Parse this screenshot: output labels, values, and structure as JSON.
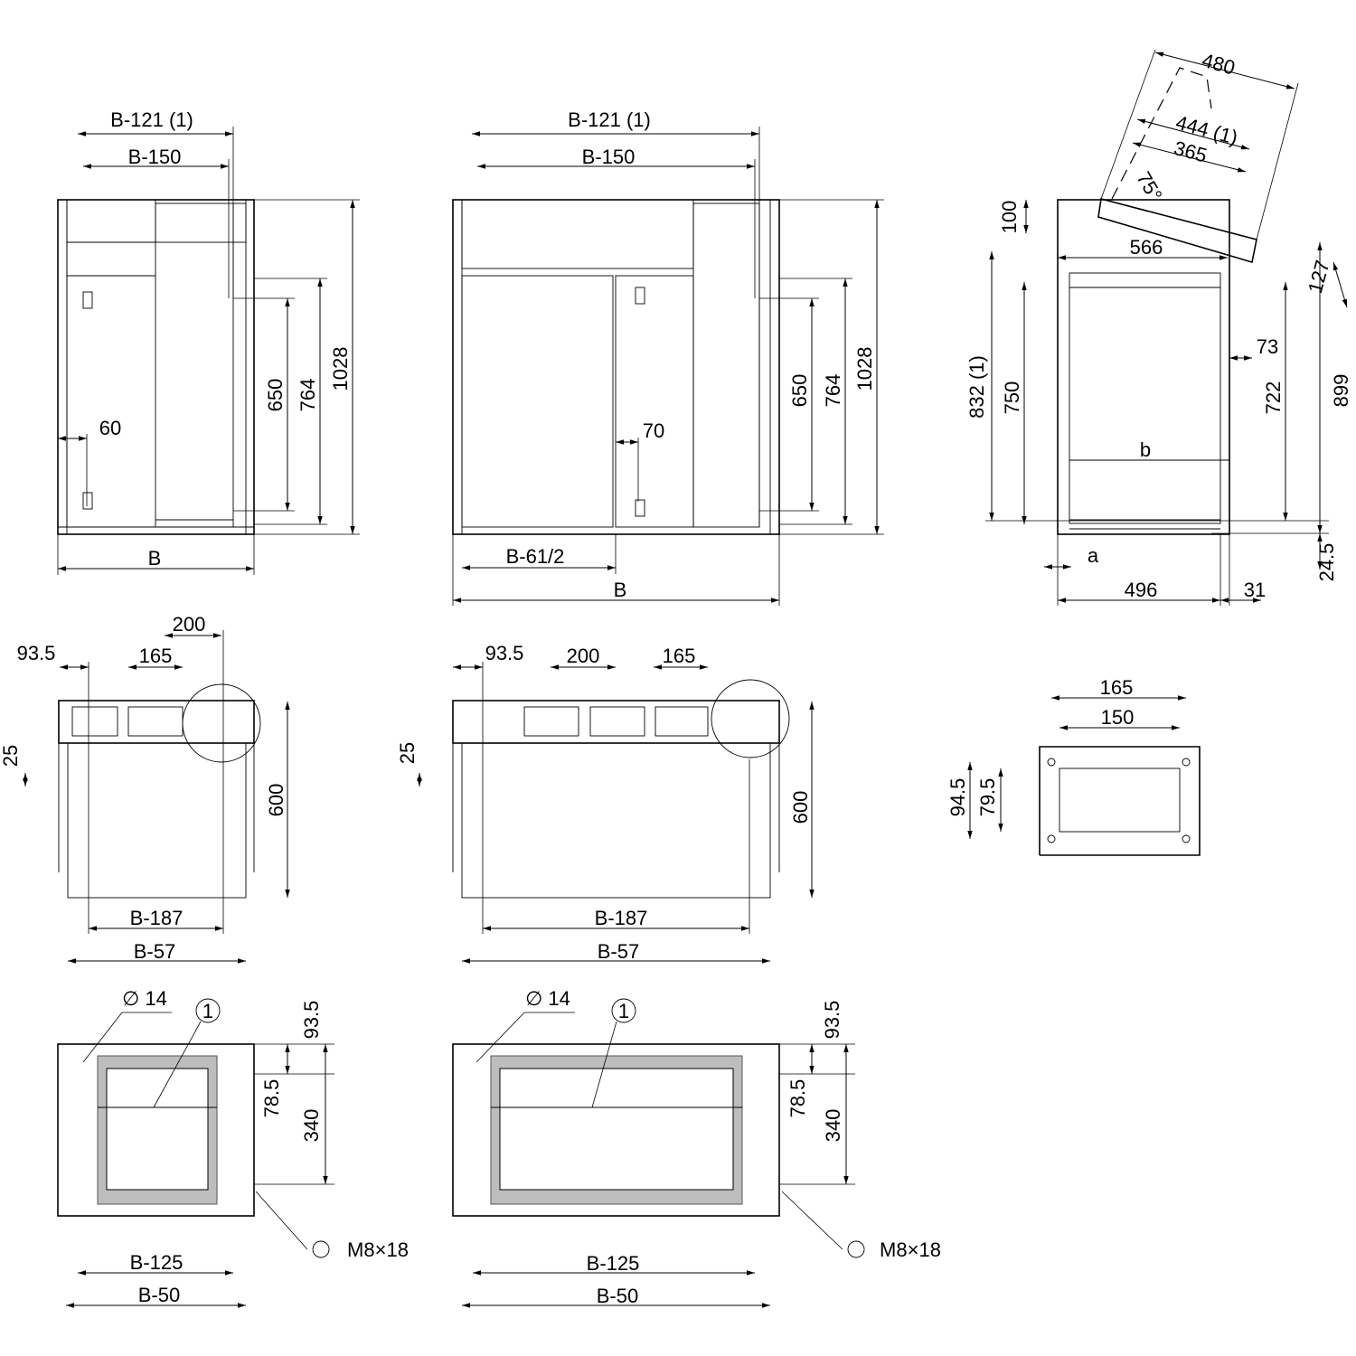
{
  "front_single_door": {
    "w121": "B-121 (1)",
    "w150": "B-150",
    "h650": "650",
    "h764": "764",
    "h1028": "1028",
    "d60": "60",
    "width": "B"
  },
  "front_double_door": {
    "w121": "B-121 (1)",
    "w150": "B-150",
    "h650": "650",
    "h764": "764",
    "h1028": "1028",
    "d70": "70",
    "half": "B-61/2",
    "width": "B"
  },
  "side_view": {
    "d480": "480",
    "d444": "444 (1)",
    "d365": "365",
    "angle": "75°",
    "d100": "100",
    "d566": "566",
    "d127": "127",
    "d73": "73",
    "d832": "832 (1)",
    "d750": "750",
    "d722": "722",
    "d899": "899",
    "b": "b",
    "a": "a",
    "d24": "24.5",
    "d496": "496",
    "d31": "31"
  },
  "top_single": {
    "d200": "200",
    "d93": "93.5",
    "d165": "165",
    "d25": "25",
    "d600": "600",
    "w187": "B-187",
    "w57": "B-57"
  },
  "top_double": {
    "d93": "93.5",
    "d200": "200",
    "d165": "165",
    "d25": "25",
    "d600": "600",
    "w187": "B-187",
    "w57": "B-57"
  },
  "detail": {
    "d165": "165",
    "d150": "150",
    "d94": "94.5",
    "d79": "79.5"
  },
  "bottom_single": {
    "dia": "∅ 14",
    "ref": "1",
    "d93": "93.5",
    "d78": "78.5",
    "d340": "340",
    "screw": "M8×18",
    "w125": "B-125",
    "w50": "B-50"
  },
  "bottom_double": {
    "dia": "∅ 14",
    "ref": "1",
    "d93": "93.5",
    "d78": "78.5",
    "d340": "340",
    "screw": "M8×18",
    "w125": "B-125",
    "w50": "B-50"
  }
}
